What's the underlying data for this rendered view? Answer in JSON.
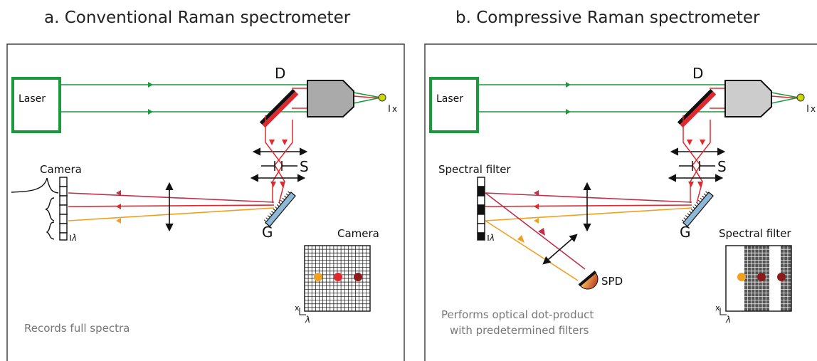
{
  "panel_a": {
    "title": "a. Conventional Raman spectrometer",
    "laser_label": "Laser",
    "dichroic_label": "D",
    "slit_label": "S",
    "grating_label": "G",
    "detector_label": "Camera",
    "inset_label": "Camera",
    "note": "Records full spectra",
    "sample_axis": "x",
    "wavelength_axis": "λ",
    "inset_x_label": "x",
    "inset_lambda_label": "λ"
  },
  "panel_b": {
    "title": "b. Compressive Raman spectrometer",
    "laser_label": "Laser",
    "dichroic_label": "D",
    "slit_label": "S",
    "grating_label": "G",
    "filter_label": "Spectral filter",
    "inset_label": "Spectral filter",
    "spd_label": "SPD",
    "note_line1": "Performs optical dot-product",
    "note_line2": "with predetermined filters",
    "sample_axis": "x",
    "wavelength_axis": "λ",
    "inset_x_label": "x",
    "inset_lambda_label": "λ"
  },
  "colors": {
    "laser_green": "#1a9a3c",
    "raman_red": "#e0282e",
    "raman_dark_red": "#c0304a",
    "raman_orange": "#f0a020",
    "dot_dark_red": "#8b1a1a",
    "sample_yellow": "#ccd900"
  }
}
